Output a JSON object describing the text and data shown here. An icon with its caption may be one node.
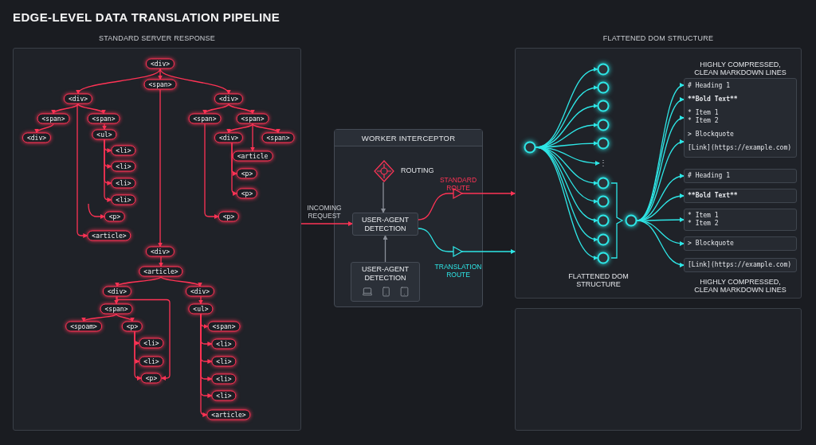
{
  "diagram": {
    "title": "EDGE-LEVEL DATA TRANSLATION PIPELINE",
    "nodes": [
      {
        "text": [
          "STANDARD SERVER RESPONSE"
        ]
      },
      {
        "text": [
          "<div>"
        ],
        "in": 0
      },
      {
        "text": [
          "<span>"
        ],
        "in": 0
      },
      {
        "text": [
          "<div>"
        ],
        "in": 0
      },
      {
        "text": [
          "<div>"
        ],
        "in": 0
      },
      {
        "text": [
          "<span>"
        ],
        "in": 0
      },
      {
        "text": [
          "<span>"
        ],
        "in": 0
      },
      {
        "text": [
          "<div>"
        ],
        "in": 0
      },
      {
        "text": [
          "<ul>"
        ],
        "in": 0
      },
      {
        "text": [
          "<li>"
        ],
        "in": 0
      },
      {
        "text": [
          "<li>"
        ],
        "in": 0
      },
      {
        "text": [
          "<li>"
        ],
        "in": 0
      },
      {
        "text": [
          "<li>"
        ],
        "in": 0
      },
      {
        "text": [
          "<p>"
        ],
        "in": 0
      },
      {
        "text": [
          "<article>"
        ],
        "in": 0
      },
      {
        "text": [
          "<span>"
        ],
        "in": 0
      },
      {
        "text": [
          "<span>"
        ],
        "in": 0
      },
      {
        "text": [
          "<div>"
        ],
        "in": 0
      },
      {
        "text": [
          "<span>"
        ],
        "in": 0
      },
      {
        "text": [
          "<article"
        ],
        "in": 0
      },
      {
        "text": [
          "<p>"
        ],
        "in": 0
      },
      {
        "text": [
          "<p>"
        ],
        "in": 0
      },
      {
        "text": [
          "<p>"
        ],
        "in": 0
      },
      {
        "text": [
          "<div>"
        ],
        "in": 0
      },
      {
        "text": [
          "<article>"
        ],
        "in": 0
      },
      {
        "text": [
          "<div>"
        ],
        "in": 0
      },
      {
        "text": [
          "<div>"
        ],
        "in": 0
      },
      {
        "text": [
          "<span>"
        ],
        "in": 0
      },
      {
        "text": [
          "<spoam>"
        ],
        "in": 0
      },
      {
        "text": [
          "<p>"
        ],
        "in": 0
      },
      {
        "text": [
          "<li>"
        ],
        "in": 0
      },
      {
        "text": [
          "<li>"
        ],
        "in": 0
      },
      {
        "text": [
          "<p>"
        ],
        "in": 0
      },
      {
        "text": [
          "<ul>"
        ],
        "in": 0
      },
      {
        "text": [
          "<span>"
        ],
        "in": 0
      },
      {
        "text": [
          "<li>"
        ],
        "in": 0
      },
      {
        "text": [
          "<li>"
        ],
        "in": 0
      },
      {
        "text": [
          "<li>"
        ],
        "in": 0
      },
      {
        "text": [
          "<li>"
        ],
        "in": 0
      },
      {
        "text": [
          "<article>"
        ],
        "in": 0
      },
      {
        "text": [
          "WORKER INTERCEPTOR"
        ]
      },
      {
        "text": [
          "ROUTING"
        ],
        "in": 40
      },
      {
        "text": [
          "USER-AGENT DETECTION"
        ],
        "in": 40
      },
      {
        "text": [
          "USER-AGENT DETECTION"
        ],
        "in": 40
      },
      {
        "text": [
          "FLATTENED DOM STRUCTURE"
        ]
      },
      {
        "text": [],
        "shape": "circle",
        "in": 44
      },
      {
        "text": [],
        "shape": "circle",
        "in": 44
      },
      {
        "text": [],
        "shape": "circle",
        "in": 44
      },
      {
        "text": [],
        "shape": "circle",
        "in": 44
      },
      {
        "text": [],
        "shape": "circle",
        "in": 44
      },
      {
        "text": [],
        "shape": "circle",
        "in": 44
      },
      {
        "text": [
          "⋮"
        ],
        "in": 44
      },
      {
        "text": [],
        "shape": "circle",
        "in": 44
      },
      {
        "text": [],
        "shape": "circle",
        "in": 44
      },
      {
        "text": [],
        "shape": "circle",
        "in": 44
      },
      {
        "text": [],
        "shape": "circle",
        "in": 44
      },
      {
        "text": [],
        "shape": "circle",
        "in": 44
      },
      {
        "text": [],
        "shape": "circle",
        "in": 44
      },
      {
        "text": [
          "# Heading 1",
          "**Bold Text**",
          "* Item 1 * Item 2",
          "> Blockquote",
          "[Link](https://example.com)"
        ],
        "in": 44
      },
      {
        "text": [
          "# Heading 1"
        ],
        "in": 44
      },
      {
        "text": [
          "**Bold Text**"
        ],
        "in": 44
      },
      {
        "text": [
          "* Item 1 * Item 2"
        ],
        "in": 44
      },
      {
        "text": [
          "> Blockquote"
        ],
        "in": 44
      },
      {
        "text": [
          "[Link](https://example.com)"
        ],
        "in": 44
      },
      {
        "text": [],
        "shape": "box"
      }
    ],
    "edges": [
      {
        "from": 1,
        "to": 3,
        "arrow": "to"
      },
      {
        "from": 1,
        "to": 2,
        "arrow": "to"
      },
      {
        "from": 1,
        "to": 4,
        "arrow": "to"
      },
      {
        "from": 3,
        "to": 5,
        "arrow": "to"
      },
      {
        "from": 3,
        "to": 6,
        "arrow": "to"
      },
      {
        "from": 3,
        "to": 14,
        "arrow": "to"
      },
      {
        "from": 5,
        "to": 7,
        "arrow": "to"
      },
      {
        "from": 6,
        "to": 8,
        "arrow": "to"
      },
      {
        "from": 8,
        "to": 9,
        "arrow": "to"
      },
      {
        "from": 8,
        "to": 10,
        "arrow": "to"
      },
      {
        "from": 8,
        "to": 11,
        "arrow": "to"
      },
      {
        "from": 8,
        "to": 12,
        "arrow": "to"
      },
      {
        "from": null,
        "to": 13,
        "arrow": "to"
      },
      {
        "from": 4,
        "to": 15,
        "arrow": "to"
      },
      {
        "from": 4,
        "to": 16,
        "arrow": "to"
      },
      {
        "from": 15,
        "to": 22,
        "arrow": "to"
      },
      {
        "from": 16,
        "to": 17,
        "arrow": "to"
      },
      {
        "from": 16,
        "to": 19,
        "arrow": "to"
      },
      {
        "from": 16,
        "to": 18,
        "arrow": "to"
      },
      {
        "from": 17,
        "to": 20,
        "arrow": "to"
      },
      {
        "from": 17,
        "to": 21,
        "arrow": "to"
      },
      {
        "from": 2,
        "to": 23,
        "arrow": "to"
      },
      {
        "from": 23,
        "to": 24,
        "arrow": "to"
      },
      {
        "from": 24,
        "to": 25,
        "arrow": "to"
      },
      {
        "from": 24,
        "to": 26,
        "arrow": "to"
      },
      {
        "from": 25,
        "to": 27,
        "arrow": "to"
      },
      {
        "from": 27,
        "to": 28,
        "arrow": "to"
      },
      {
        "from": 27,
        "to": 29,
        "arrow": "to"
      },
      {
        "from": 29,
        "to": 30,
        "arrow": "to"
      },
      {
        "from": 29,
        "to": 31,
        "arrow": "to"
      },
      {
        "from": 29,
        "to": 32,
        "arrow": "to"
      },
      {
        "from": 25,
        "to": 32,
        "arrow": "to"
      },
      {
        "from": 26,
        "to": 33,
        "arrow": "to"
      },
      {
        "from": 33,
        "to": 34,
        "arrow": "to"
      },
      {
        "from": 33,
        "to": 35,
        "arrow": "to"
      },
      {
        "from": 33,
        "to": 36,
        "arrow": "to"
      },
      {
        "from": 33,
        "to": 37,
        "arrow": "to"
      },
      {
        "from": 33,
        "to": 38,
        "arrow": "to"
      },
      {
        "from": 33,
        "to": 39,
        "arrow": "to"
      },
      {
        "from": 0,
        "to": 42,
        "arrow": "to",
        "label": "INCOMING REQUEST"
      },
      {
        "from": 41,
        "to": 42,
        "arrow": "to",
        "color": "#8a8f98"
      },
      {
        "from": 43,
        "to": 42,
        "arrow": "to",
        "color": "#8a8f98"
      },
      {
        "from": 42,
        "to": 44,
        "arrow": "to",
        "label": "STANDARD ROUTE"
      },
      {
        "from": 42,
        "to": 44,
        "arrow": "to",
        "label": "TRANSLATION ROUTE",
        "color": "#2ee6e6"
      },
      {
        "from": 45,
        "to": 46,
        "arrow": "to",
        "color": "#2ee6e6"
      },
      {
        "from": 45,
        "to": 47,
        "arrow": "to",
        "color": "#2ee6e6"
      },
      {
        "from": 45,
        "to": 48,
        "arrow": "to",
        "color": "#2ee6e6"
      },
      {
        "from": 45,
        "to": 49,
        "arrow": "to",
        "color": "#2ee6e6"
      },
      {
        "from": 45,
        "to": 50,
        "arrow": "to",
        "color": "#2ee6e6"
      },
      {
        "from": 45,
        "to": 51,
        "arrow": "to",
        "color": "#2ee6e6"
      },
      {
        "from": 45,
        "to": 52,
        "arrow": "to",
        "color": "#2ee6e6"
      },
      {
        "from": 45,
        "to": 53,
        "arrow": "to",
        "color": "#2ee6e6"
      },
      {
        "from": 45,
        "to": 54,
        "arrow": "to",
        "color": "#2ee6e6"
      },
      {
        "from": 45,
        "to": 55,
        "arrow": "to",
        "color": "#2ee6e6"
      },
      {
        "from": 45,
        "to": 56,
        "arrow": "to",
        "color": "#2ee6e6"
      },
      {
        "from": 57,
        "to": 58,
        "arrow": "to",
        "color": "#2ee6e6"
      },
      {
        "from": 57,
        "to": 58,
        "arrow": "to",
        "color": "#2ee6e6"
      },
      {
        "from": 57,
        "to": 58,
        "arrow": "to",
        "color": "#2ee6e6"
      },
      {
        "from": 57,
        "to": 58,
        "arrow": "to",
        "color": "#2ee6e6"
      },
      {
        "from": 57,
        "to": 59,
        "arrow": "to",
        "color": "#2ee6e6"
      },
      {
        "from": 57,
        "to": 60,
        "arrow": "to",
        "color": "#2ee6e6"
      },
      {
        "from": 57,
        "to": 61,
        "arrow": "to",
        "color": "#2ee6e6"
      },
      {
        "from": 57,
        "to": 62,
        "arrow": "to",
        "color": "#2ee6e6"
      },
      {
        "from": 57,
        "to": 63,
        "arrow": "to",
        "color": "#2ee6e6"
      }
    ],
    "labels": [
      "HIGHLY COMPRESSED, CLEAN MARKDOWN LINES",
      "FLATTENED DOM STRUCTURE",
      "HIGHLY COMPRESSED, CLEAN MARKDOWN LINES"
    ]
  }
}
